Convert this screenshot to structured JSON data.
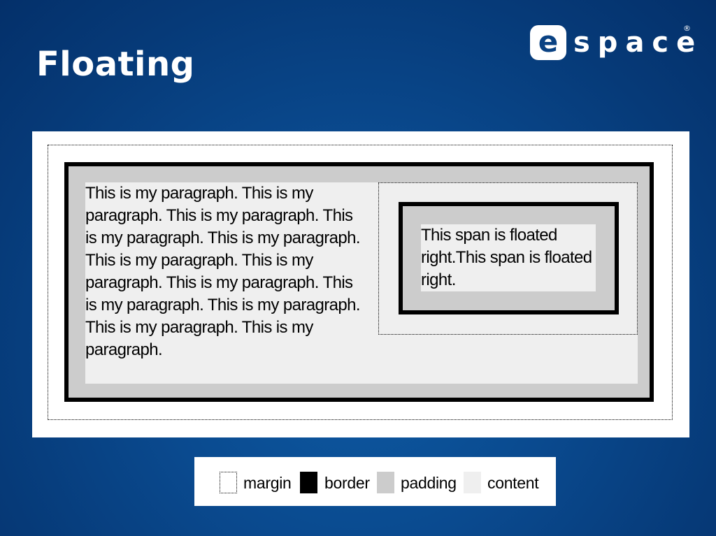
{
  "slide": {
    "title": "Floating"
  },
  "logo": {
    "mark": "e",
    "text": "space",
    "registered": "®"
  },
  "diagram": {
    "paragraph_text": "This is my paragraph. This is my paragraph. This is my paragraph. This is my paragraph. This is my paragraph. This is my paragraph. This is my paragraph. This is my paragraph. This is my paragraph. This is my paragraph. This is my paragraph. This is my paragraph.",
    "float_text": "This span is floated right.This span is floated right."
  },
  "legend": {
    "items": [
      {
        "label": "margin",
        "swatch": "dotted-outline"
      },
      {
        "label": "border",
        "swatch": "#000000"
      },
      {
        "label": "padding",
        "swatch": "#cccccc"
      },
      {
        "label": "content",
        "swatch": "#efefef"
      }
    ]
  },
  "colors": {
    "background": "#0a4a8f",
    "border": "#000000",
    "padding": "#cccccc",
    "content": "#efefef"
  }
}
